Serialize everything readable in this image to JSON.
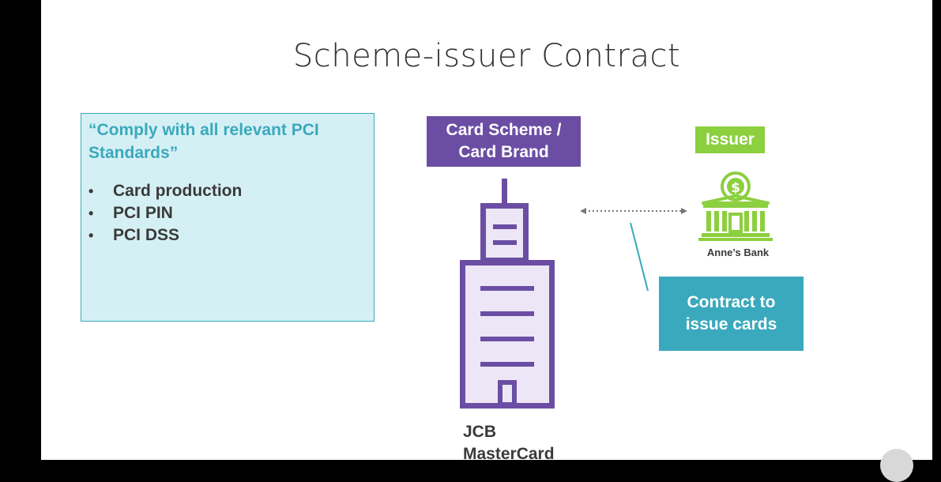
{
  "slide": {
    "title": "Scheme-issuer Contract",
    "quote": "“Comply with all relevant PCI Standards”",
    "bullets": [
      "Card production",
      "PCI PIN",
      "PCI DSS"
    ],
    "scheme_label_line1": "Card Scheme /",
    "scheme_label_line2": "Card Brand",
    "issuer_label": "Issuer",
    "bank_name": "Anne’s Bank",
    "contract_line1": "Contract to",
    "contract_line2": "issue cards",
    "brands": [
      "JCB",
      "MasterCard"
    ]
  },
  "icons": {
    "building": "office-building-icon",
    "bank": "bank-with-dollar-icon",
    "arrow": "double-headed-dotted-arrow"
  },
  "colors": {
    "scheme": "#6b4ea3",
    "issuer": "#8ccf3f",
    "contract": "#3aa9bd",
    "quote_box_bg": "#d5f0f4"
  }
}
